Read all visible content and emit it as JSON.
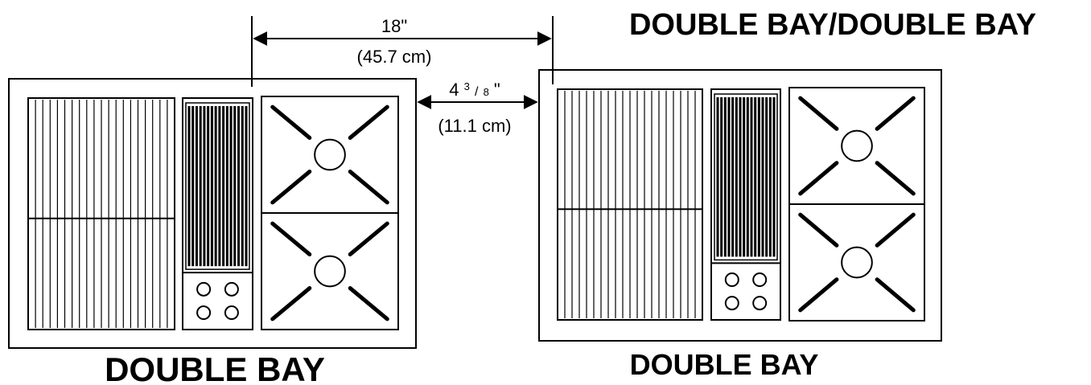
{
  "title": "DOUBLE BAY/DOUBLE BAY",
  "left_unit_label": "DOUBLE BAY",
  "right_unit_label": "DOUBLE BAY",
  "dim_top": {
    "inches": "18\"",
    "metric": "(45.7 cm)"
  },
  "dim_gap": {
    "inches_whole": "4",
    "inches_frac_num": "3",
    "inches_frac_den": "8",
    "inches_mark": "\"",
    "metric": "(11.1 cm)"
  },
  "colors": {
    "line": "#000000",
    "background": "#ffffff"
  }
}
